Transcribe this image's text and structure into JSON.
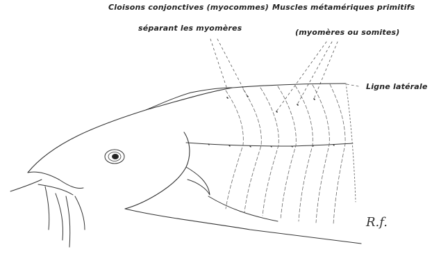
{
  "labels": {
    "cloisons_line1": "Cloisons conjonctives (myocommes)",
    "cloisons_line2": "séparant les myomères",
    "muscles_line1": "Muscles métamériques primitifs",
    "muscles_line2": "(myomères ou somites)",
    "ligne_laterale": "Ligne latérale",
    "signature": "R.f."
  }
}
